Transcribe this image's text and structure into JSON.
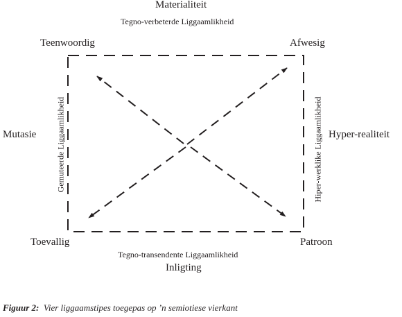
{
  "top_outer": "Materialiteit",
  "top_inner": "Tegno-verbeterde Liggaamlikheid",
  "corner_top_left": "Teenwoordig",
  "corner_top_right": "Afwesig",
  "side_left_outer": "Mutasie",
  "side_left_inner": "Gemuteerde Liggaamlikheid",
  "side_right_outer": "Hyper-realiteit",
  "side_right_inner": "Hiper-werklike Liggaamlikheid",
  "corner_bottom_left": "Toevallig",
  "corner_bottom_right": "Patroon",
  "bottom_inner": "Tegno-transendente Liggaamlikheid",
  "bottom_outer": "Inligting",
  "caption": {
    "label": "Figuur 2:",
    "text": "Vier liggaamstipes toegepas op ’n semiotiese vierkant"
  }
}
